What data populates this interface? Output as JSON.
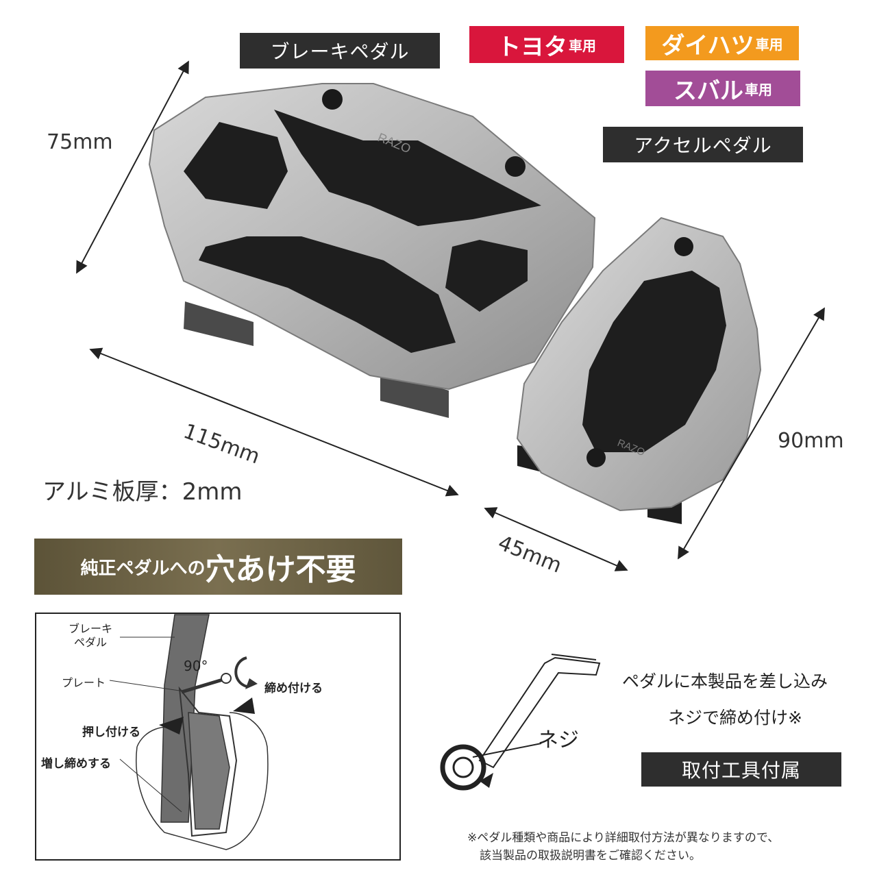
{
  "labels": {
    "brake_pedal": "ブレーキペダル",
    "accel_pedal": "アクセルペダル",
    "toyota": "トヨタ",
    "daihatsu": "ダイハツ",
    "subaru": "スバル",
    "for_vehicle": "車用",
    "brand": "RAZO"
  },
  "dimensions": {
    "brake_height": "75mm",
    "brake_width": "115mm",
    "accel_width": "45mm",
    "accel_height": "90mm",
    "thickness": "アルミ板厚：2mm"
  },
  "banner": {
    "lead": "純正ペダルへの",
    "emphasis": "穴あけ不要"
  },
  "diagram": {
    "brake_pedal_line1": "ブレーキ",
    "brake_pedal_line2": "ペダル",
    "angle": "90°",
    "plate": "プレート",
    "tighten": "締め付ける",
    "press": "押し付ける",
    "retighten": "増し締めする",
    "screw": "ネジ"
  },
  "install": {
    "line1": "ペダルに本製品を差し込み",
    "line2": "ネジで締め付け※",
    "tools_included": "取付工具付属"
  },
  "note": {
    "line1": "※ペダル種類や商品により詳細取付方法が異なりますので、",
    "line2": "該当製品の取扱説明書をご確認ください。"
  },
  "colors": {
    "toyota": "#d9163c",
    "daihatsu": "#f39a1e",
    "subaru": "#a24d97",
    "dark_label": "#2e2e2e",
    "banner": "#6e6448"
  }
}
